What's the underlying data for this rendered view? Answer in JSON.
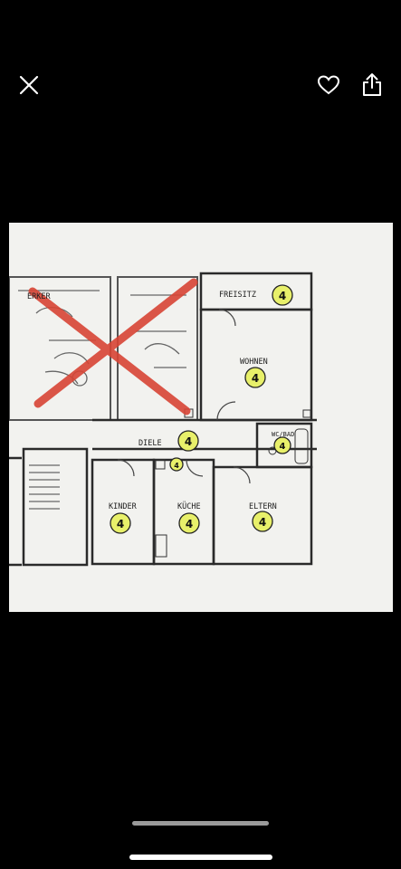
{
  "toolbar": {
    "close_icon": "close-icon",
    "like_icon": "heart-icon",
    "share_icon": "share-icon"
  },
  "floorplan": {
    "rooms": [
      {
        "id": "freisitz",
        "label": "FREISITZ",
        "badge": "4"
      },
      {
        "id": "wohnen",
        "label": "WOHNEN",
        "badge": "4"
      },
      {
        "id": "diele",
        "label": "DIELE",
        "badge": "4"
      },
      {
        "id": "wcbad",
        "label": "WC/BAD",
        "badge": "4"
      },
      {
        "id": "kinder",
        "label": "KINDER",
        "badge": "4"
      },
      {
        "id": "kueche",
        "label": "KÜCHE",
        "badge": "4"
      },
      {
        "id": "eltern",
        "label": "ELTERN",
        "badge": "4"
      }
    ],
    "small_badge": "4",
    "crossed_label": "ERKER",
    "badge_color": "#e8f06a",
    "cross_color": "#d84535"
  },
  "bottom": {
    "scrubber": "media-scrubber",
    "home_indicator": "home-indicator"
  }
}
